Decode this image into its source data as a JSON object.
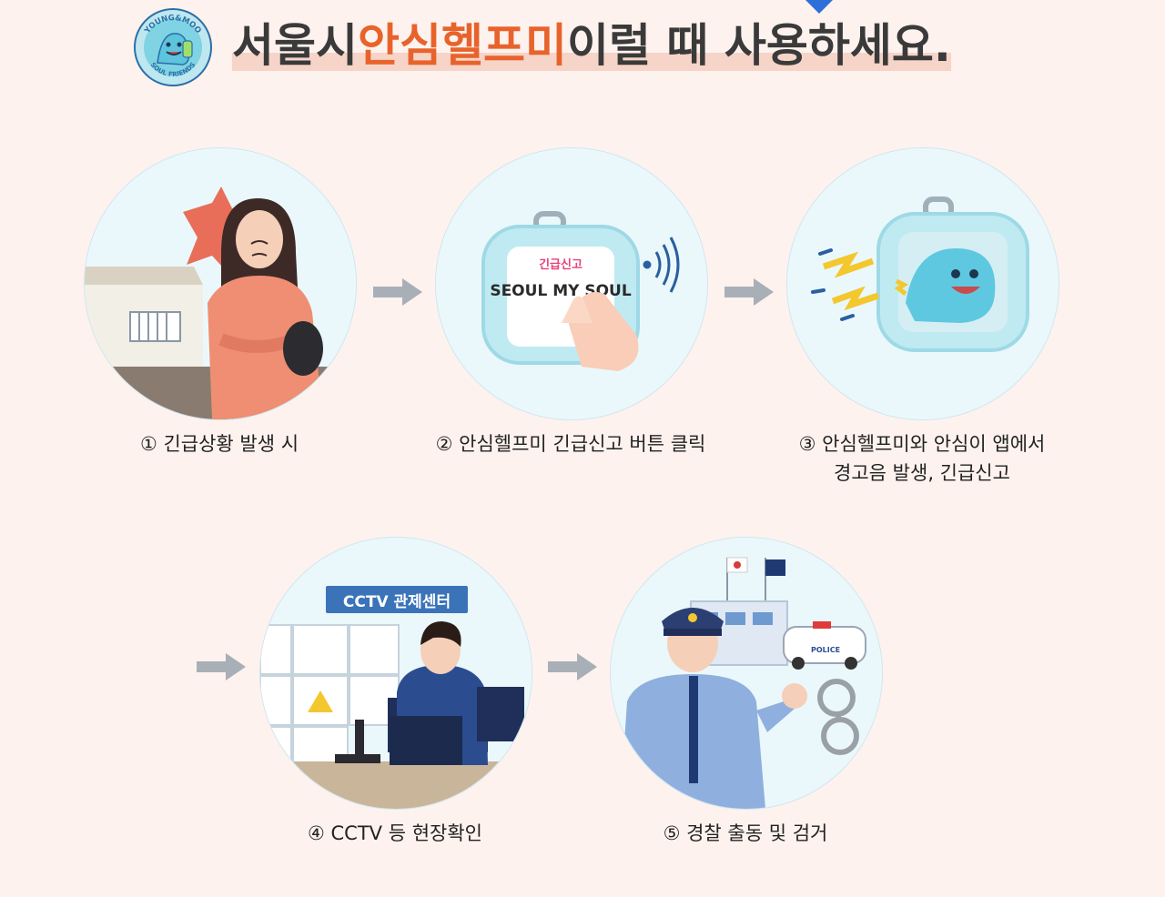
{
  "badge": {
    "text_top": "YOUNG&MOO",
    "text_bottom": "SOUL FRIENDS"
  },
  "headline": {
    "prefix": "서울시 ",
    "accent": "안심헬프미",
    "suffix": " 이럴 때 사용하세요."
  },
  "steps": [
    {
      "caption": "① 긴급상황 발생 시"
    },
    {
      "caption": "② 안심헬프미 긴급신고 버튼 클릭",
      "device_label": "긴급신고",
      "device_brand": "SEOUL MY SOUL"
    },
    {
      "caption": "③ 안심헬프미와 안심이 앱에서\n경고음 발생, 긴급신고"
    },
    {
      "caption": "④ CCTV 등 현장확인",
      "banner": "CCTV 관제센터"
    },
    {
      "caption": "⑤ 경찰 출동 및 검거",
      "car_label": "POLICE"
    }
  ],
  "colors": {
    "background": "#fdf2ee",
    "accent": "#e8632c",
    "circle": "#eaf8fb",
    "arrow": "#a9afb6",
    "banner": "#3b73b9"
  },
  "icons": [
    "arrow-right-icon",
    "wifi-signal-icon",
    "handcuffs-icon",
    "flag-icon"
  ]
}
